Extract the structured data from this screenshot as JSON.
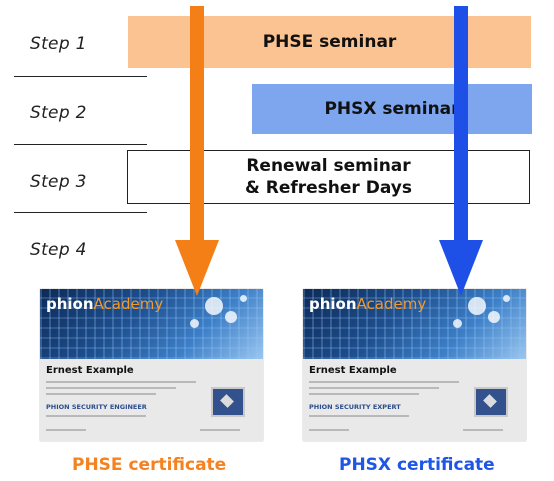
{
  "steps": [
    "Step 1",
    "Step 2",
    "Step 3",
    "Step 4"
  ],
  "bars": {
    "phse": "PHSE seminar",
    "phsx": "PHSX seminar",
    "renewal_line1": "Renewal seminar",
    "renewal_line2": "& Refresher Days"
  },
  "certificates": [
    {
      "logo_brand": "phion",
      "logo_suffix": "Academy",
      "name": "Ernest Example",
      "title": "PHION SECURITY ENGINEER",
      "caption": "PHSE certificate"
    },
    {
      "logo_brand": "phion",
      "logo_suffix": "Academy",
      "name": "Ernest Example",
      "title": "PHION SECURITY EXPERT",
      "caption": "PHSX certificate"
    }
  ],
  "colors": {
    "phse_bar": "#fac391",
    "phsx_bar": "#7ea6ee",
    "orange_arrow": "#f57f17",
    "blue_arrow": "#1e50e8"
  }
}
